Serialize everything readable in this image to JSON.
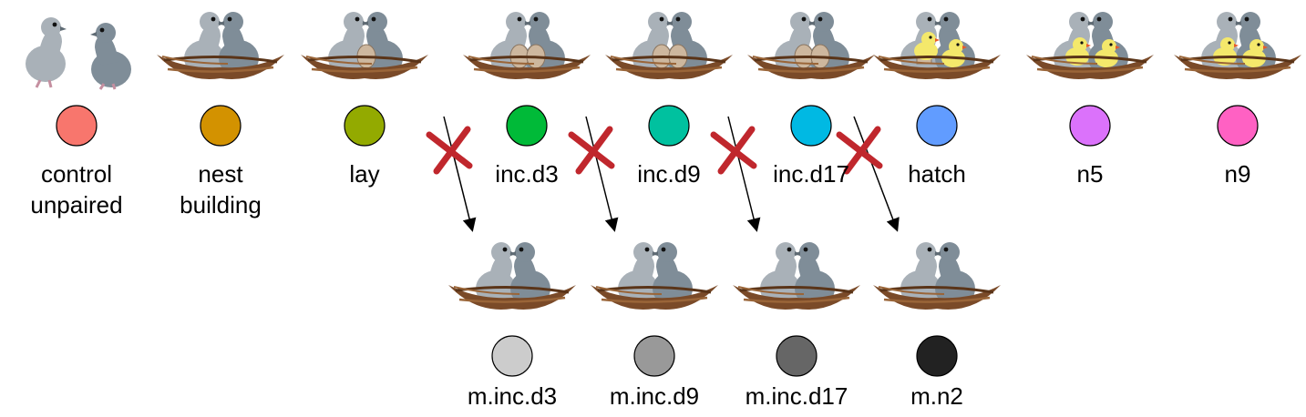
{
  "top_stages": [
    {
      "key": "control_unpaired",
      "label_lines": [
        "control",
        "unpaired"
      ],
      "color": "#F8766D",
      "scene": "unpaired"
    },
    {
      "key": "nest_building",
      "label_lines": [
        "nest",
        "building"
      ],
      "color": "#D39200",
      "scene": "nest"
    },
    {
      "key": "lay",
      "label_lines": [
        "lay"
      ],
      "color": "#93AA00",
      "scene": "egg1"
    },
    {
      "key": "inc_d3",
      "label_lines": [
        "inc.d3"
      ],
      "color": "#00BA38",
      "scene": "eggs2"
    },
    {
      "key": "inc_d9",
      "label_lines": [
        "inc.d9"
      ],
      "color": "#00C19F",
      "scene": "eggs2"
    },
    {
      "key": "inc_d17",
      "label_lines": [
        "inc.d17"
      ],
      "color": "#00B9E3",
      "scene": "eggs2"
    },
    {
      "key": "hatch",
      "label_lines": [
        "hatch"
      ],
      "color": "#619CFF",
      "scene": "hatch"
    },
    {
      "key": "n5",
      "label_lines": [
        "n5"
      ],
      "color": "#DB72FB",
      "scene": "chicks"
    },
    {
      "key": "n9",
      "label_lines": [
        "n9"
      ],
      "color": "#FF61C3",
      "scene": "chicks"
    }
  ],
  "manipulation_stages": [
    {
      "key": "m_inc_d3",
      "label_lines": [
        "m.inc.d3"
      ],
      "color": "#CCCCCC",
      "scene": "nest",
      "from": "inc_d3"
    },
    {
      "key": "m_inc_d9",
      "label_lines": [
        "m.inc.d9"
      ],
      "color": "#999999",
      "scene": "nest",
      "from": "inc_d9"
    },
    {
      "key": "m_inc_d17",
      "label_lines": [
        "m.inc.d17"
      ],
      "color": "#666666",
      "scene": "nest",
      "from": "inc_d17"
    },
    {
      "key": "m_n2",
      "label_lines": [
        "m.n2"
      ],
      "color": "#222222",
      "scene": "nest",
      "from": "hatch"
    }
  ],
  "removal_mark_color": "#C0272D",
  "palette": {
    "pigeon_light": "#A9B1B8",
    "pigeon_dark": "#7F8D98",
    "nest": "#7A4A28",
    "egg": "#CDB79E",
    "chick": "#F4E86B"
  }
}
